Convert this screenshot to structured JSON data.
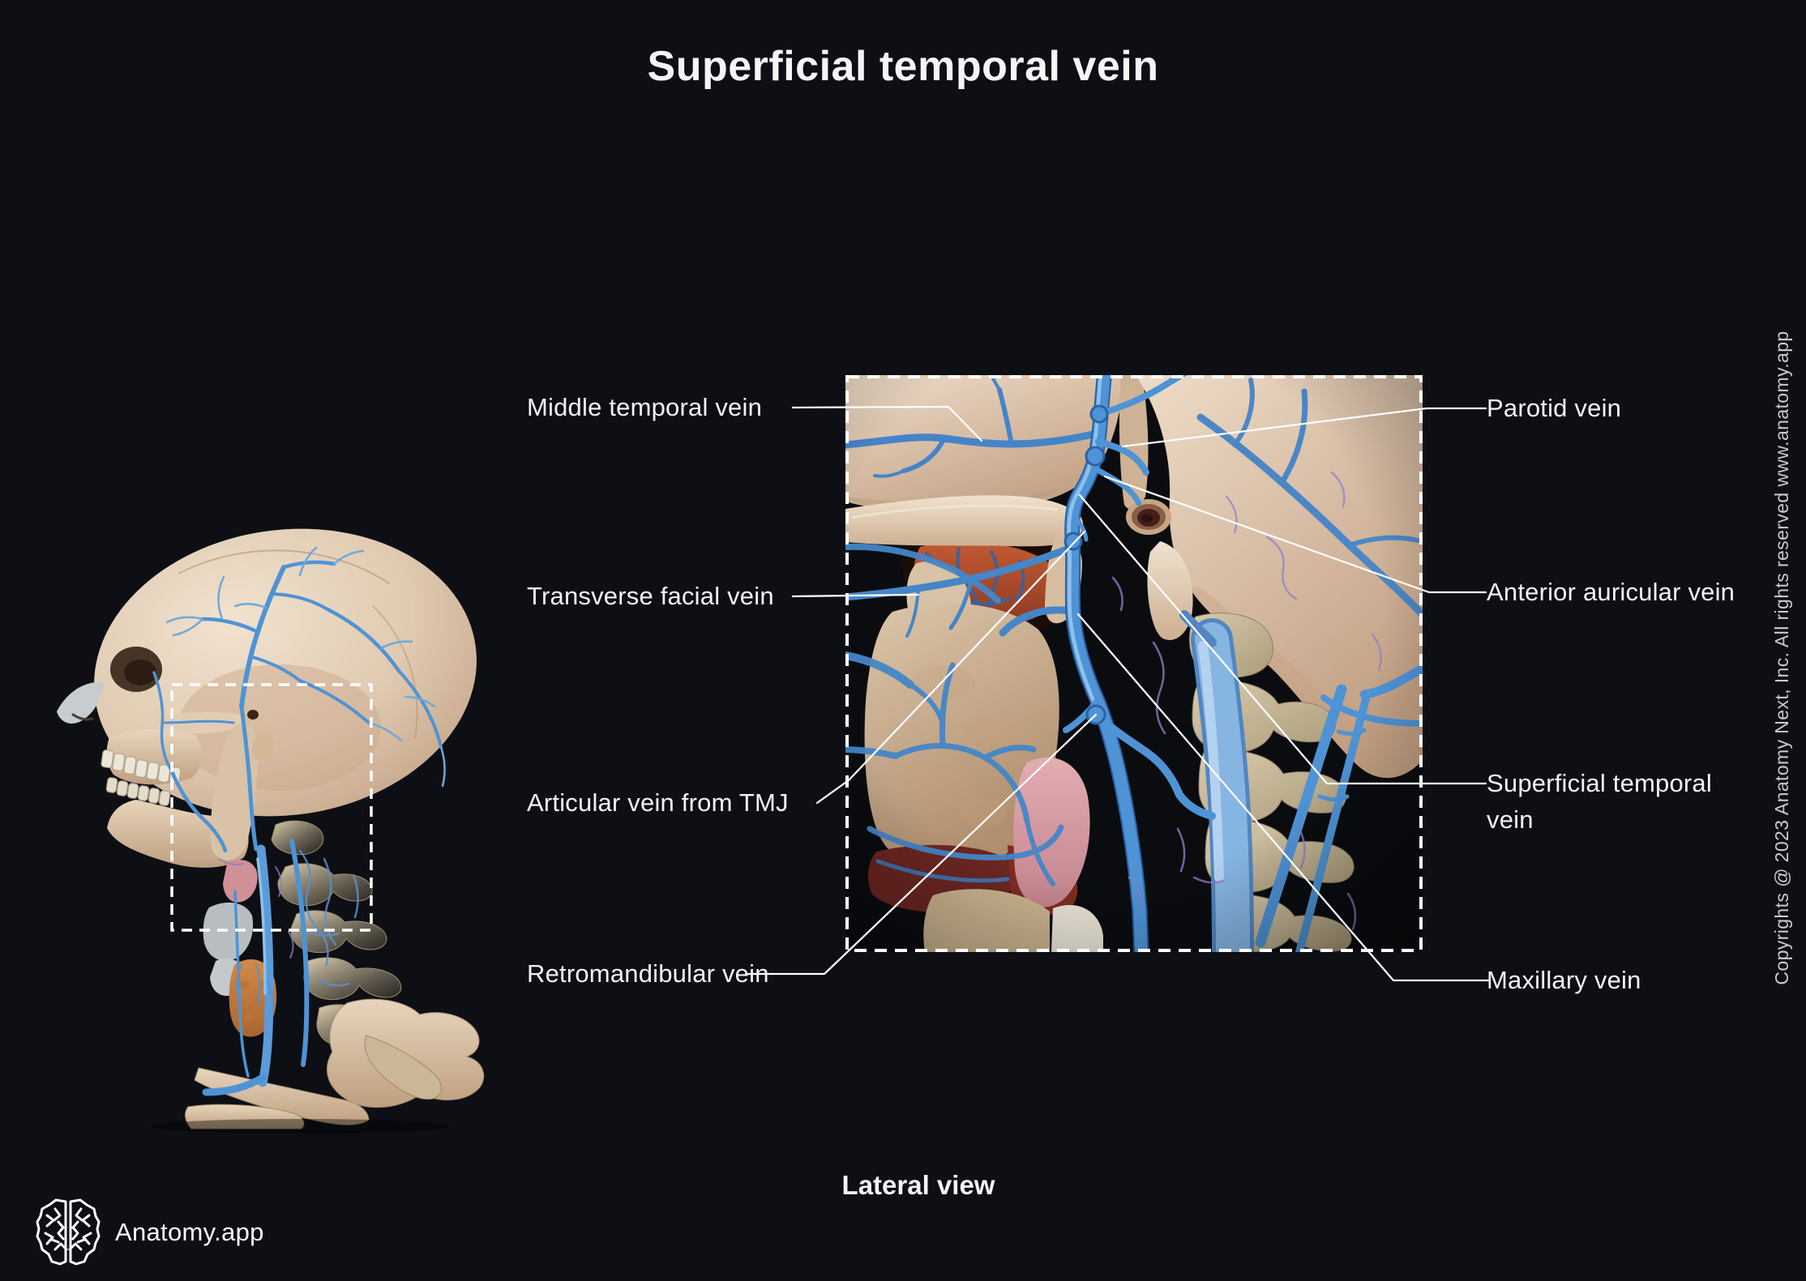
{
  "header": {
    "title": "Superficial temporal vein"
  },
  "figure": {
    "caption": "Lateral view",
    "labels": {
      "left": [
        {
          "text": "Middle temporal vein"
        },
        {
          "text": "Transverse facial vein"
        },
        {
          "text": "Articular vein from TMJ"
        },
        {
          "text": "Retromandibular vein"
        }
      ],
      "right": [
        {
          "text": "Parotid vein"
        },
        {
          "text": "Anterior auricular vein"
        },
        {
          "text": "Superficial temporal vein"
        },
        {
          "text": "Maxillary vein"
        }
      ]
    }
  },
  "branding": {
    "logo_text": "Anatomy.app",
    "logo_icon": "brain-icon"
  },
  "footer": {
    "copyright": "Copyrights @ 2023 Anatomy Next, Inc. All rights reserved www.anatomy.app"
  },
  "colors": {
    "background": "#0d0f14",
    "label_text": "#f2f3f5",
    "leader_line": "#ffffff",
    "dashed_border": "#ffffff",
    "vein_blue": "#4e93d6",
    "vein_light": "#8ec1ec",
    "jugular_light": "#86b5e2",
    "bone_light": "#e9d8c4",
    "bone_dark": "#b08e6e",
    "muscle_red": "#a84a2c",
    "muscle_maroon": "#6b2621",
    "tissue_pink": "#d79ba0",
    "vertebra_tan": "#cfc0a2",
    "thyroid_orange": "#c07a3e"
  }
}
